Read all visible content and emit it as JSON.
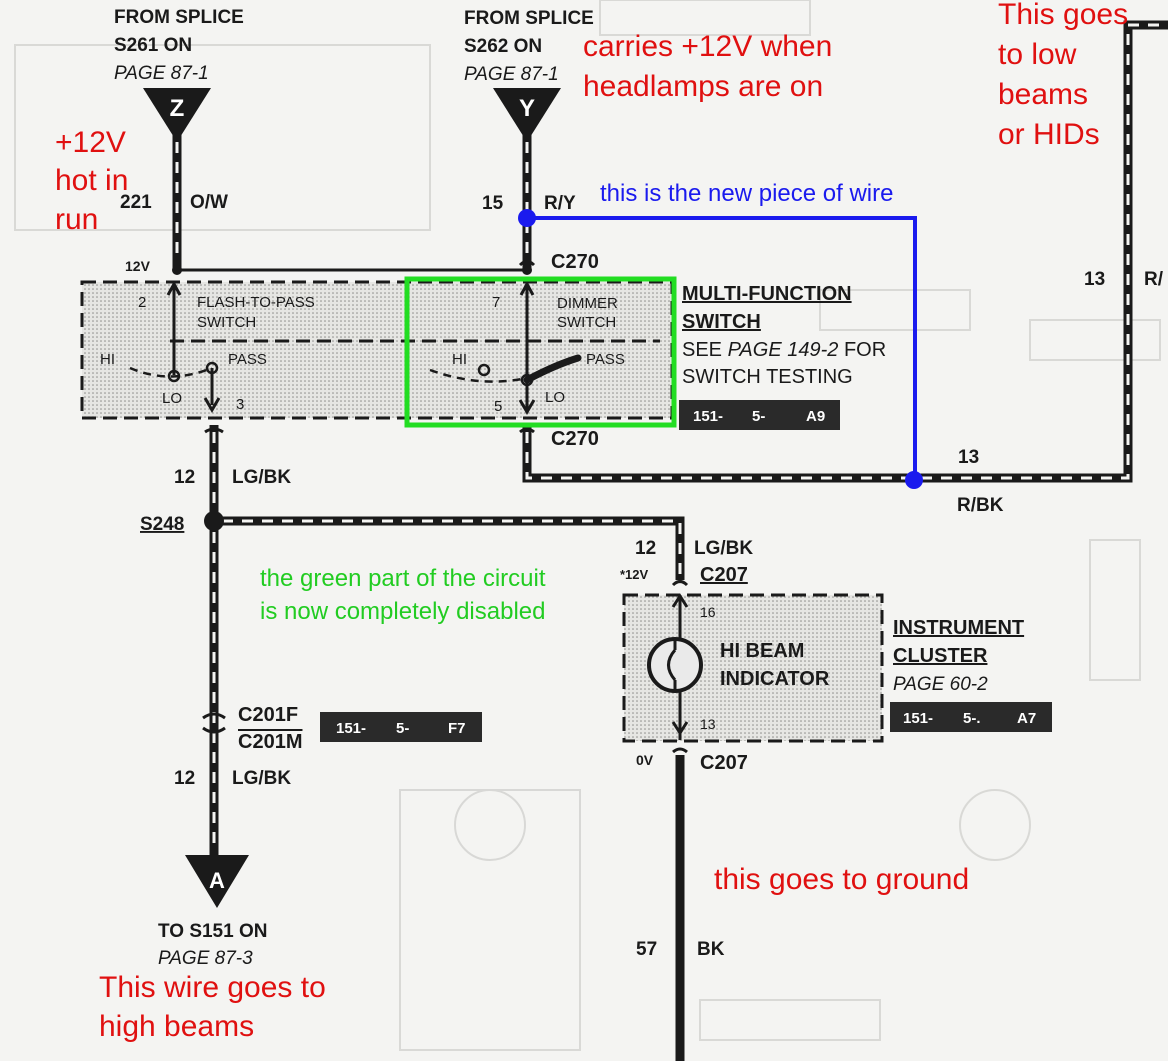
{
  "splice_z": {
    "line1": "FROM SPLICE",
    "line2": "S261 ON",
    "line3": "PAGE 87-1",
    "letter": "Z"
  },
  "splice_y": {
    "line1": "FROM SPLICE",
    "line2": "S262 ON",
    "line3": "PAGE 87-1",
    "letter": "Y"
  },
  "wire_221": {
    "circuit": "221",
    "color": "O/W"
  },
  "wire_15": {
    "circuit": "15",
    "color": "R/Y"
  },
  "wire_13_top": {
    "circuit": "13",
    "color": "R/"
  },
  "wire_13": {
    "circuit": "13",
    "color": "R/BK"
  },
  "wire_12_a": {
    "circuit": "12",
    "color": "LG/BK"
  },
  "wire_12_b": {
    "circuit": "12",
    "color": "LG/BK"
  },
  "wire_12_c": {
    "circuit": "12",
    "color": "LG/BK"
  },
  "wire_57": {
    "circuit": "57",
    "color": "BK"
  },
  "voltage_12v": "12V",
  "voltage_star12v": "*12V",
  "voltage_0v": "0V",
  "connector_c270_top": "C270",
  "connector_c270_bottom": "C270",
  "connector_c207_top": "C207",
  "connector_c207_bottom": "C207",
  "connector_c201f": "C201F",
  "connector_c201m": "C201M",
  "splice_s248": "S248",
  "flash_switch": {
    "pin_top": "2",
    "label1": "FLASH-TO-PASS",
    "label2": "SWITCH",
    "hi": "HI",
    "pass": "PASS",
    "lo": "LO",
    "pin_bottom": "3"
  },
  "dimmer_switch": {
    "pin_top": "7",
    "label1": "DIMMER",
    "label2": "SWITCH",
    "hi": "HI",
    "pass": "PASS",
    "lo": "LO",
    "pin_bottom": "5"
  },
  "multi_function": {
    "title1": "MULTI-FUNCTION",
    "title2": "SWITCH",
    "see_prefix": "SEE ",
    "see_page": "PAGE 149-2",
    "see_suffix": " FOR",
    "testing": "SWITCH TESTING"
  },
  "ref_a9": {
    "a": "151-",
    "b": "5-",
    "c": "A9"
  },
  "ref_f7": {
    "a": "151-",
    "b": "5-",
    "c": "F7"
  },
  "ref_a7": {
    "a": "151-",
    "b": "5-.",
    "c": "A7"
  },
  "indicator": {
    "pin_top": "16",
    "label1": "HI BEAM",
    "label2": "INDICATOR",
    "pin_bottom": "13"
  },
  "cluster": {
    "title1": "INSTRUMENT",
    "title2": "CLUSTER",
    "page": "PAGE 60-2"
  },
  "terminal_a": {
    "letter": "A",
    "line1": "TO S151 ON",
    "line2": "PAGE 87-3"
  },
  "notes": {
    "hot_in_run": [
      "+12V",
      "hot in",
      "run"
    ],
    "carries": [
      "carries +12V when",
      "headlamps are on"
    ],
    "low_beams": [
      "This goes",
      "to low",
      "beams",
      "or HIDs"
    ],
    "new_wire": "this is the new piece of wire",
    "green_disabled": [
      "the green part of the circuit",
      "is now completely disabled"
    ],
    "ground": "this goes to ground",
    "high_beams": [
      "This wire goes to",
      "high beams"
    ]
  },
  "colors": {
    "annotation_red": "#e01010",
    "annotation_blue": "#1a1aee",
    "annotation_green": "#22cc22",
    "ink": "#1a1a1a",
    "paper": "#f4f4f2"
  }
}
